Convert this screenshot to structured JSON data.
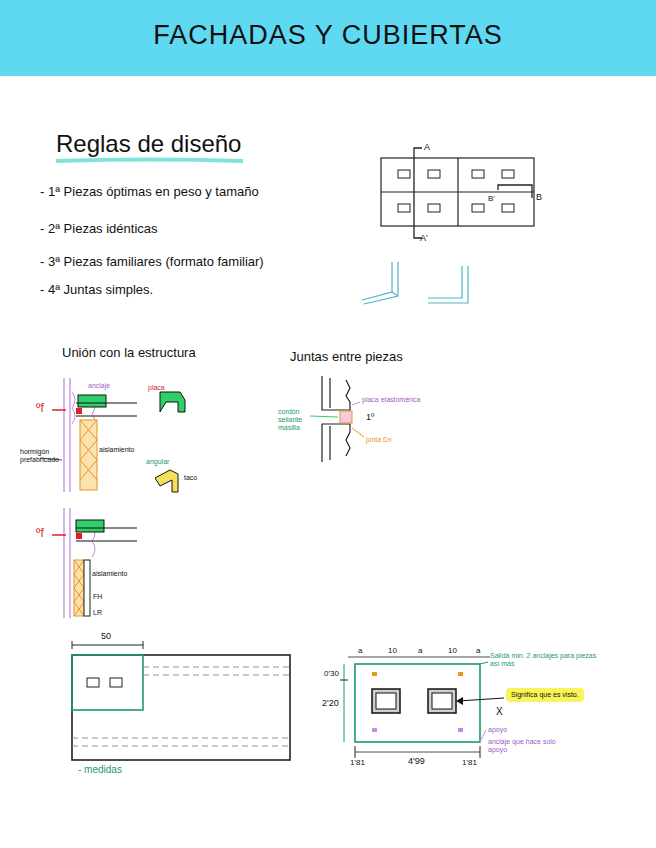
{
  "diagram": {
    "title": "FACHADAS Y CUBIERTAS",
    "nodes": [
      {
        "text": [
          "Significa que es visto."
        ]
      }
    ],
    "labels": [
      "Reglas de diseño",
      "- 1ª Piezas óptimas en peso y tamaño",
      "- 2ª Piezas idénticas",
      "- 3ª Piezas familiares (formato familiar)",
      "- 4ª Juntas simples.",
      "A",
      "B",
      "A'",
      "B'",
      "Unión con la estructura",
      "Juntas entre piezas",
      "anclaje",
      "ºf",
      "placa",
      "hormigón prefabricado",
      "aislamiento",
      "angular",
      "taco",
      "ºf",
      "aislamiento",
      "FH",
      "LR",
      "placa elastomérica",
      "cordón sellante masilla",
      "1º",
      "junta Dx",
      "50",
      "- medidas",
      "a",
      "10",
      "a",
      "10",
      "a",
      "0'30",
      "2'20",
      "1'81",
      "4'99",
      "1'81",
      "Salida min. 2 anclajes para piezas así más",
      "X",
      "apoyo",
      "anclaje que hace solo apoyo"
    ]
  }
}
